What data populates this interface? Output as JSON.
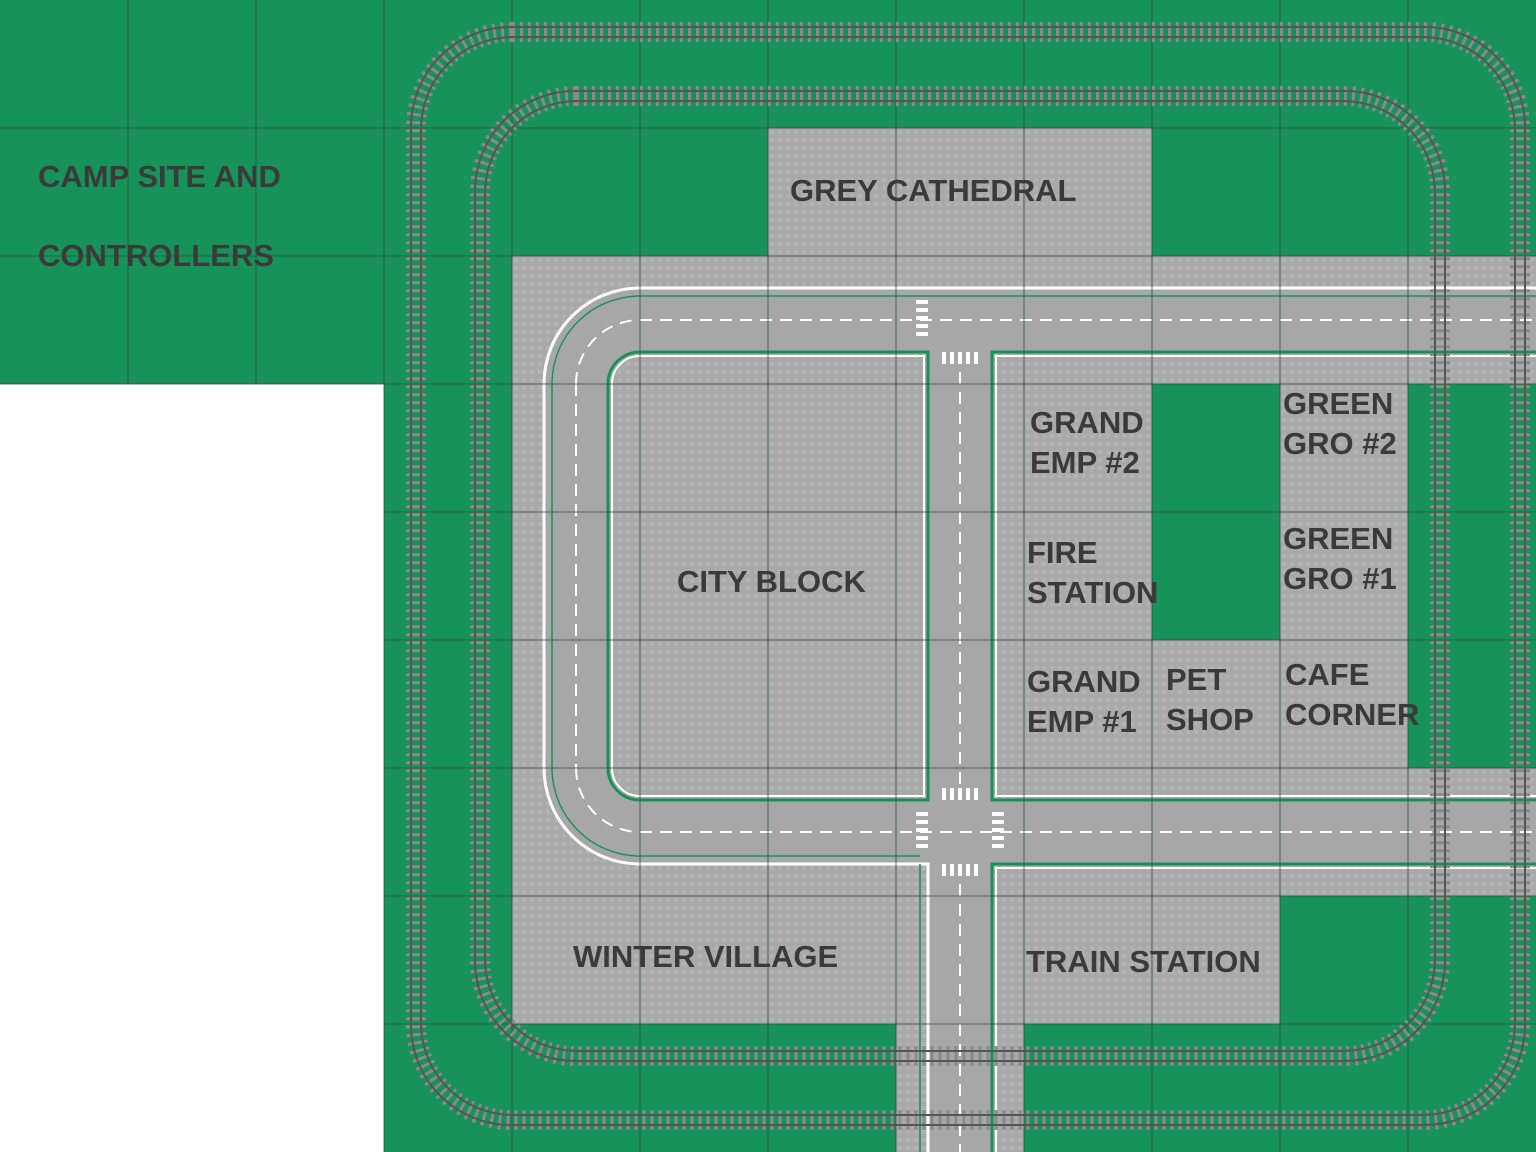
{
  "colors": {
    "green": "#17935a",
    "grey": "#a9a9a9",
    "road": "#a7a7a7",
    "grid": "#2f4f3c",
    "label": "#3a3a3a",
    "track_rail": "#555555",
    "track_tie": "#8a8a8a",
    "road_mark": "#ffffff"
  },
  "labels": {
    "camp_site_line1": "CAMP SITE  AND",
    "camp_site_line2": "CONTROLLERS",
    "grey_cathedral": "GREY CATHEDRAL",
    "city_block": "CITY BLOCK",
    "grand_emp_2_line1": "GRAND",
    "grand_emp_2_line2": "EMP #2",
    "green_gro_2_line1": "GREEN",
    "green_gro_2_line2": "GRO #2",
    "fire_station_line1": "FIRE",
    "fire_station_line2": "STATION",
    "green_gro_1_line1": "GREEN",
    "green_gro_1_line2": "GRO #1",
    "grand_emp_1_line1": "GRAND",
    "grand_emp_1_line2": "EMP #1",
    "pet_shop_line1": "PET",
    "pet_shop_line2": "SHOP",
    "cafe_corner_line1": "CAFE",
    "cafe_corner_line2": "CORNER",
    "winter_village": "WINTER VILLAGE",
    "train_station": "TRAIN STATION"
  }
}
